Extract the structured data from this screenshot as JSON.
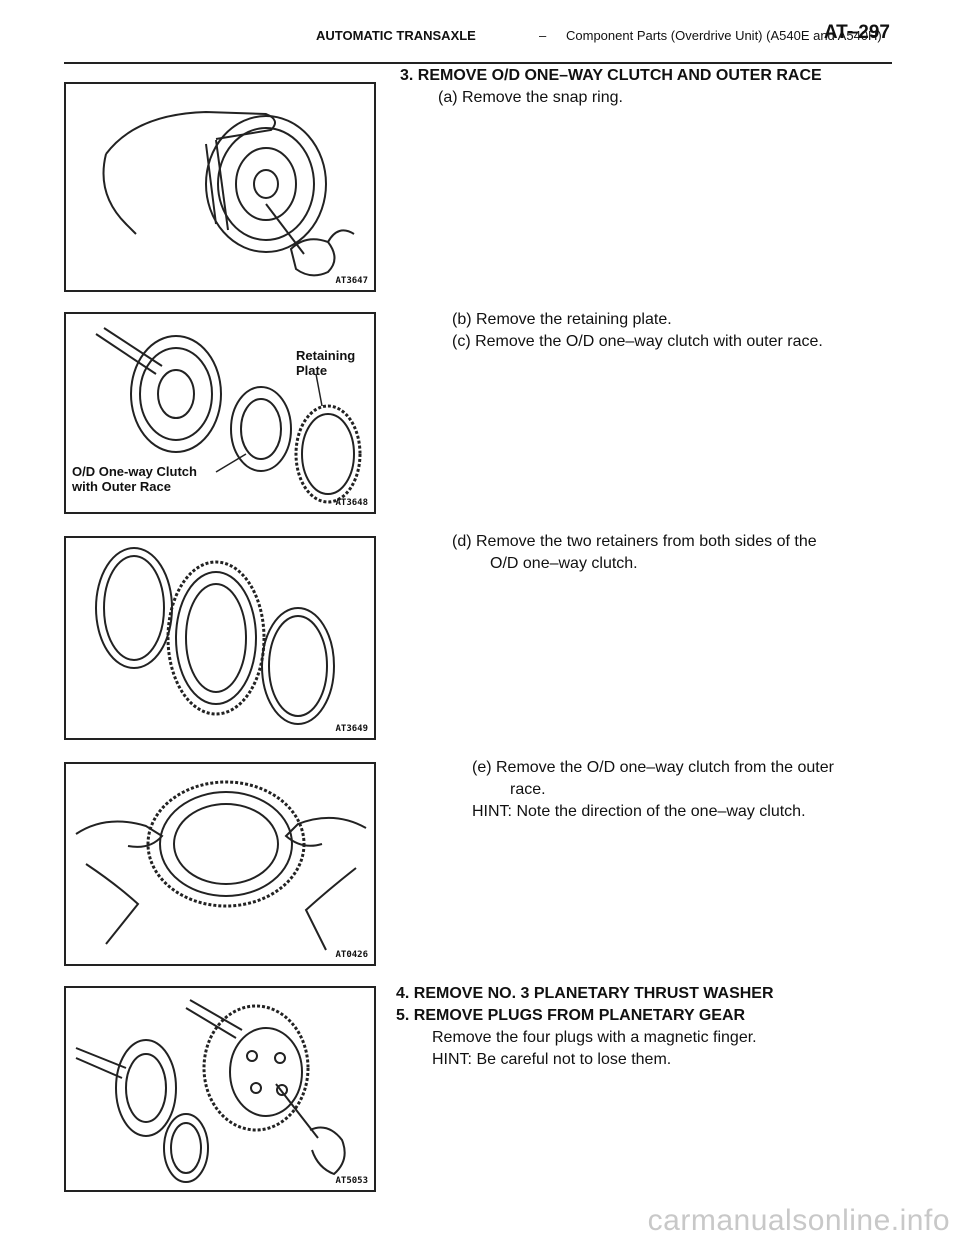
{
  "header": {
    "section": "AUTOMATIC TRANSAXLE",
    "dash": "–",
    "subtitle": "Component Parts (Overdrive Unit) (A540E and A540H)",
    "page": "AT–297"
  },
  "figures": [
    {
      "code": "AT3647"
    },
    {
      "code": "AT3648",
      "callouts": {
        "retaining_plate": "Retaining\nPlate",
        "one_way_clutch": "O/D One-way Clutch\nwith Outer Race"
      }
    },
    {
      "code": "AT3649"
    },
    {
      "code": "AT0426"
    },
    {
      "code": "AT5053"
    }
  ],
  "steps": {
    "s3_title": "3. REMOVE O/D ONE–WAY CLUTCH AND OUTER RACE",
    "s3a": "(a) Remove the snap ring.",
    "s3b": "(b) Remove the retaining plate.",
    "s3c": "(c) Remove the O/D one–way clutch with outer race.",
    "s3d_1": "(d) Remove the two retainers from both sides of the",
    "s3d_2": "O/D one–way clutch.",
    "s3e_1": "(e) Remove the O/D one–way clutch from the outer",
    "s3e_2": "race.",
    "s3e_hint": "HINT: Note the direction of the one–way clutch.",
    "s4_title": "4. REMOVE NO. 3 PLANETARY THRUST WASHER",
    "s5_title": "5. REMOVE PLUGS FROM PLANETARY GEAR",
    "s5_body": "Remove the four plugs with a magnetic finger.",
    "s5_hint": "HINT: Be careful not to lose them."
  },
  "footer": {
    "watermark": "carmanualsonline.info"
  }
}
